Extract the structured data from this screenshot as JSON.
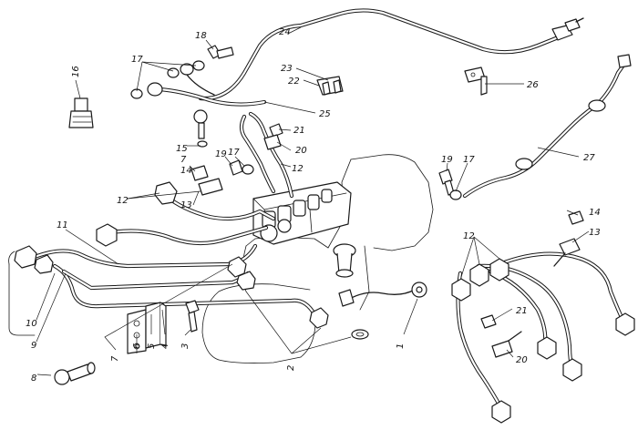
{
  "callouts": {
    "c1": "1",
    "c2": "2",
    "c3": "3",
    "c4": "4",
    "c5": "5",
    "c6": "6",
    "c7a": "7",
    "c7b": "7",
    "c8": "8",
    "c9": "9",
    "c10": "10",
    "c11": "11",
    "c12a": "12",
    "c12b": "12",
    "c12c": "12",
    "c13a": "13",
    "c13b": "13",
    "c14a": "14",
    "c14b": "14",
    "c15": "15",
    "c16": "16",
    "c17a": "17",
    "c17b": "17",
    "c17c": "17",
    "c18": "18",
    "c19a": "19",
    "c19b": "19",
    "c20a": "20",
    "c20b": "20",
    "c21a": "21",
    "c21b": "21",
    "c22": "22",
    "c23": "23",
    "c24": "24",
    "c25": "25",
    "c26": "26",
    "c27": "27"
  }
}
